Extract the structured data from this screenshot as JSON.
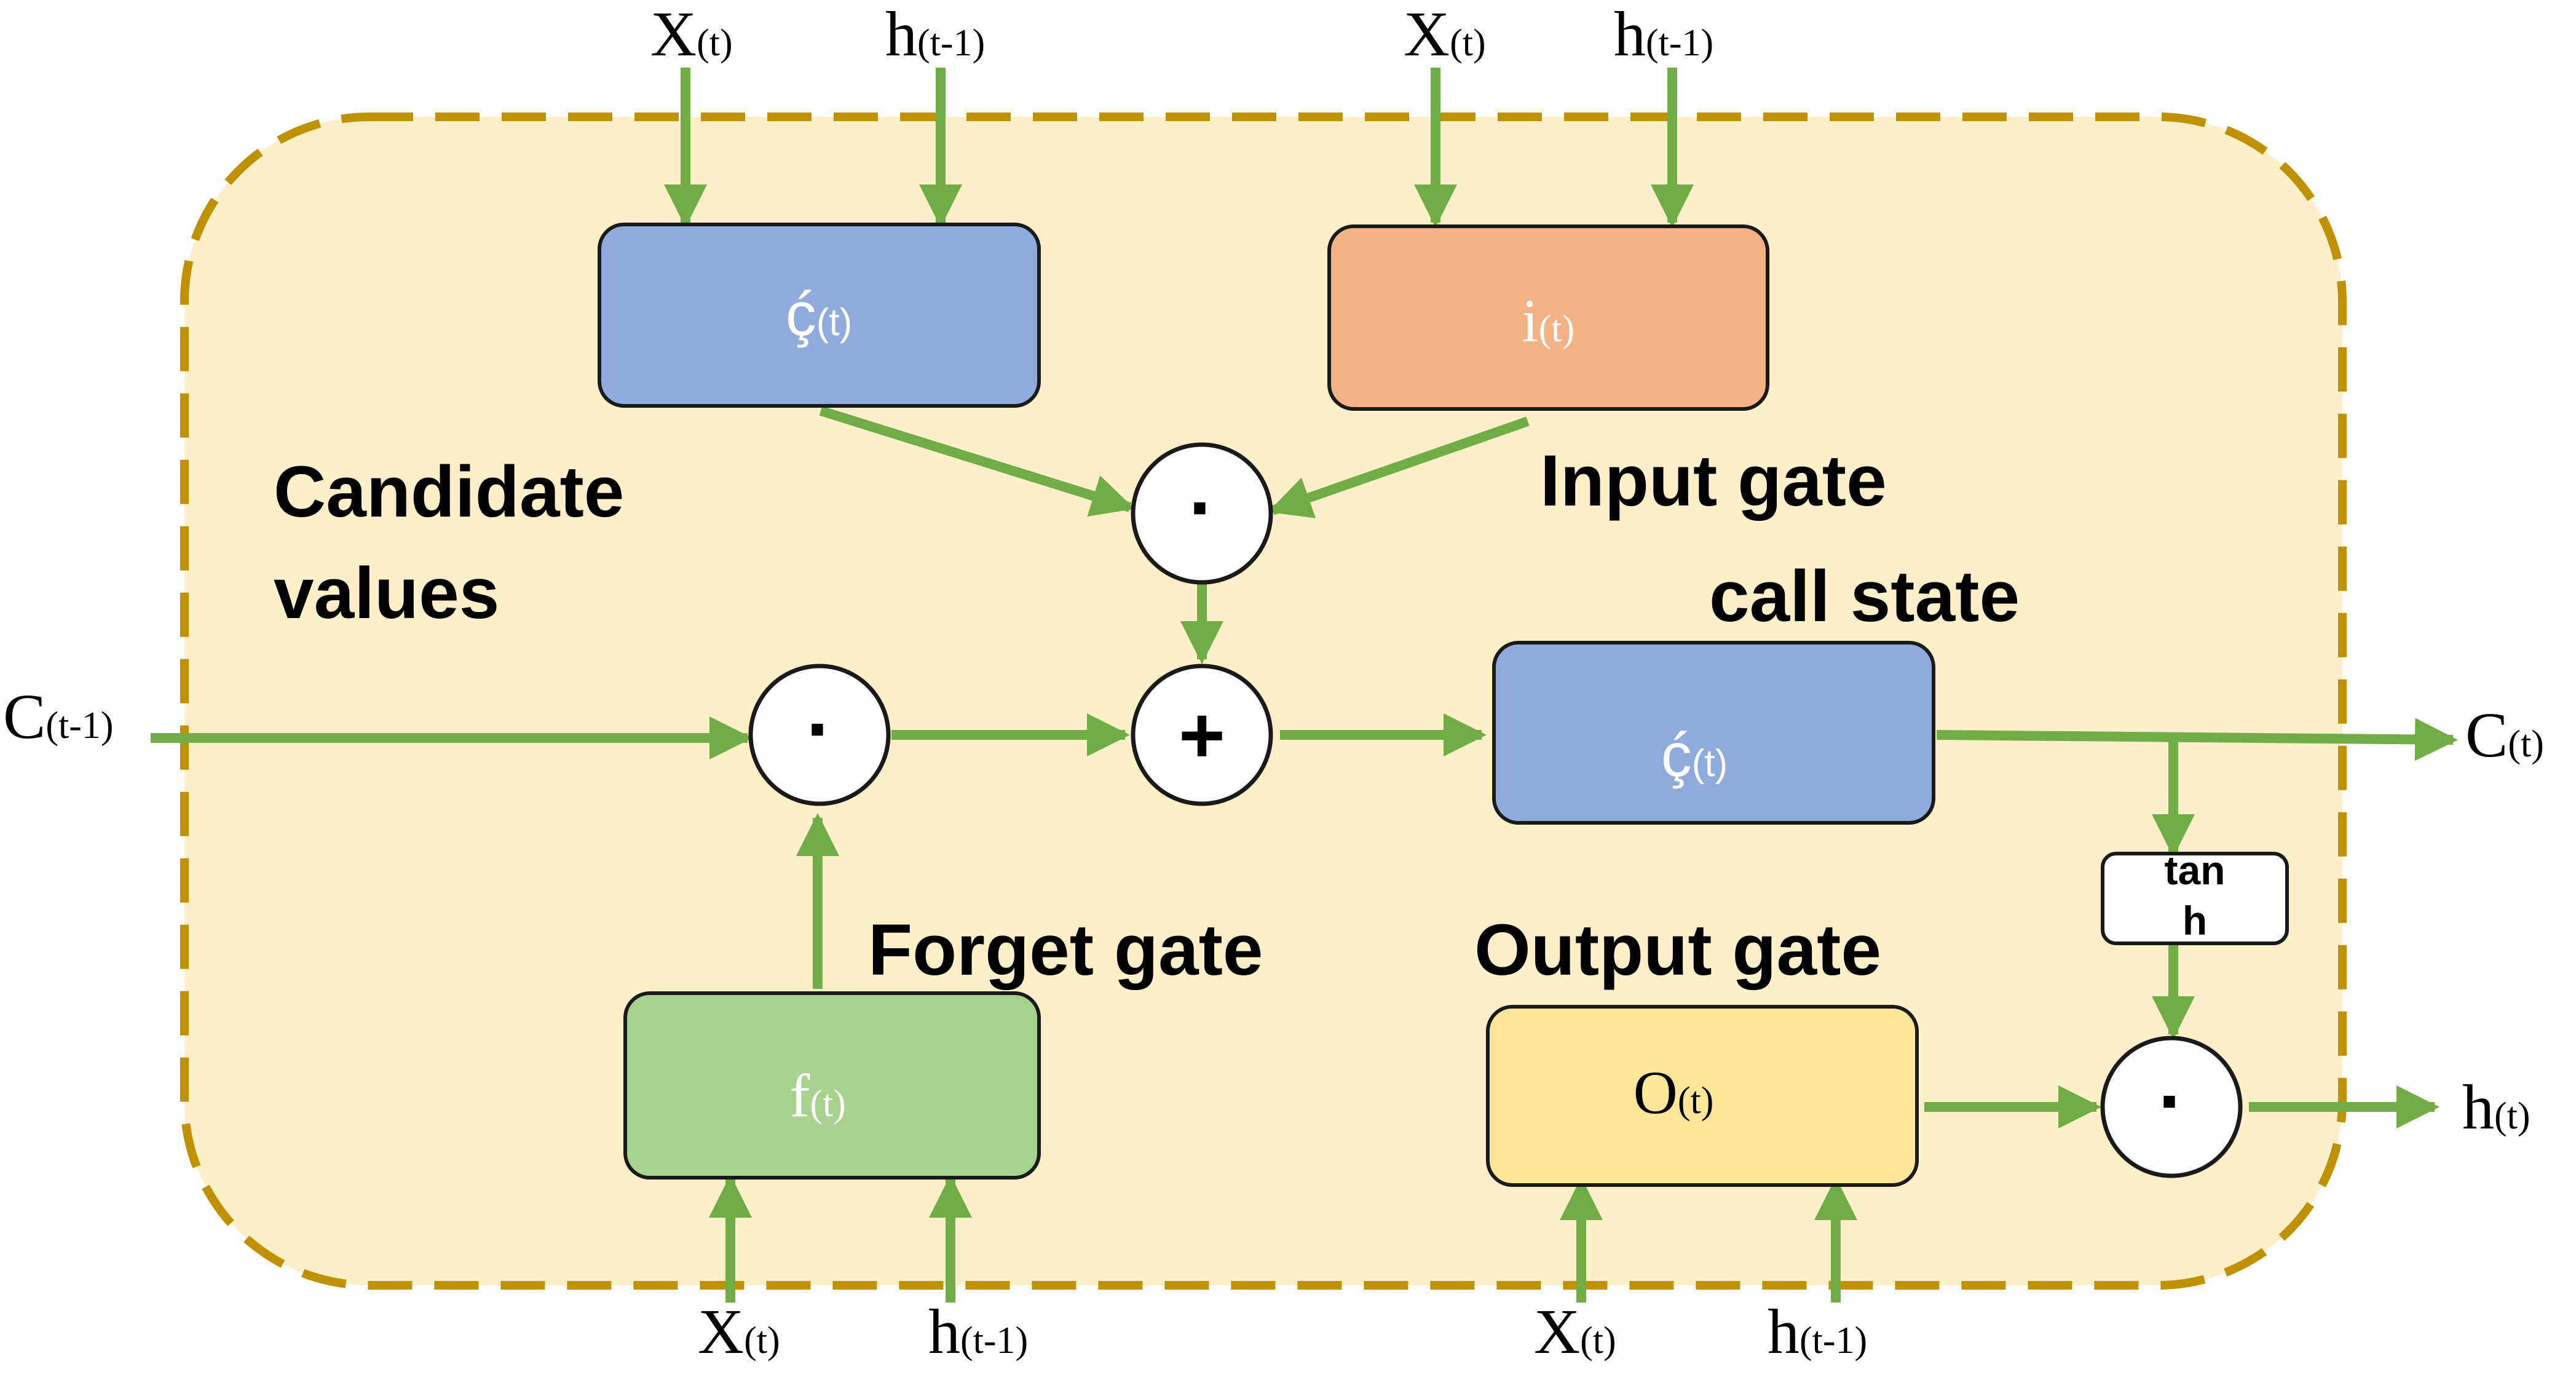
{
  "colors": {
    "container_fill": "#fdf0c8",
    "container_border": "#bf9000",
    "arrow": "#70ad47",
    "candidate_box": "#8faadc",
    "input_box": "#f4b183",
    "forget_box": "#a9d18e",
    "output_box": "#fee699",
    "cell_box": "#8faadc",
    "box_text_light": "#ffffff",
    "box_text_dark": "#000000"
  },
  "labels": {
    "candidate_line1": "Candidate",
    "candidate_line2": "values",
    "input_gate": "Input gate",
    "call_state": "call state",
    "forget_gate": "Forget gate",
    "output_gate": "Output gate"
  },
  "boxes": {
    "candidate": {
      "main": "ḉ",
      "sub": "(t)"
    },
    "input": {
      "main": "i",
      "sub": "(t)"
    },
    "forget": {
      "main": "f",
      "sub": "(t)"
    },
    "output": {
      "main": "O",
      "sub": "(t)"
    },
    "cell": {
      "main": "ḉ",
      "sub": "(t)"
    },
    "tanh": {
      "line1": "tan",
      "line2": "h"
    }
  },
  "operators": {
    "multiply_top": "·",
    "multiply_forget": "·",
    "add": "+",
    "multiply_output": "·"
  },
  "inputs": {
    "top_candidate_x": {
      "main": "X",
      "sub": "(t)"
    },
    "top_candidate_h": {
      "main": "h",
      "sub": "(t-1)"
    },
    "top_input_x": {
      "main": "X",
      "sub": "(t)"
    },
    "top_input_h": {
      "main": "h",
      "sub": "(t-1)"
    },
    "bottom_forget_x": {
      "main": "X",
      "sub": "(t)"
    },
    "bottom_forget_h": {
      "main": "h",
      "sub": "(t-1)"
    },
    "bottom_output_x": {
      "main": "X",
      "sub": "(t)"
    },
    "bottom_output_h": {
      "main": "h",
      "sub": "(t-1)"
    },
    "cell_prev": {
      "main": "C",
      "sub": "(t-1)"
    }
  },
  "outputs": {
    "cell_next": {
      "main": "C",
      "sub": "(t)"
    },
    "hidden_next": {
      "main": "h",
      "sub": "(t)"
    }
  }
}
